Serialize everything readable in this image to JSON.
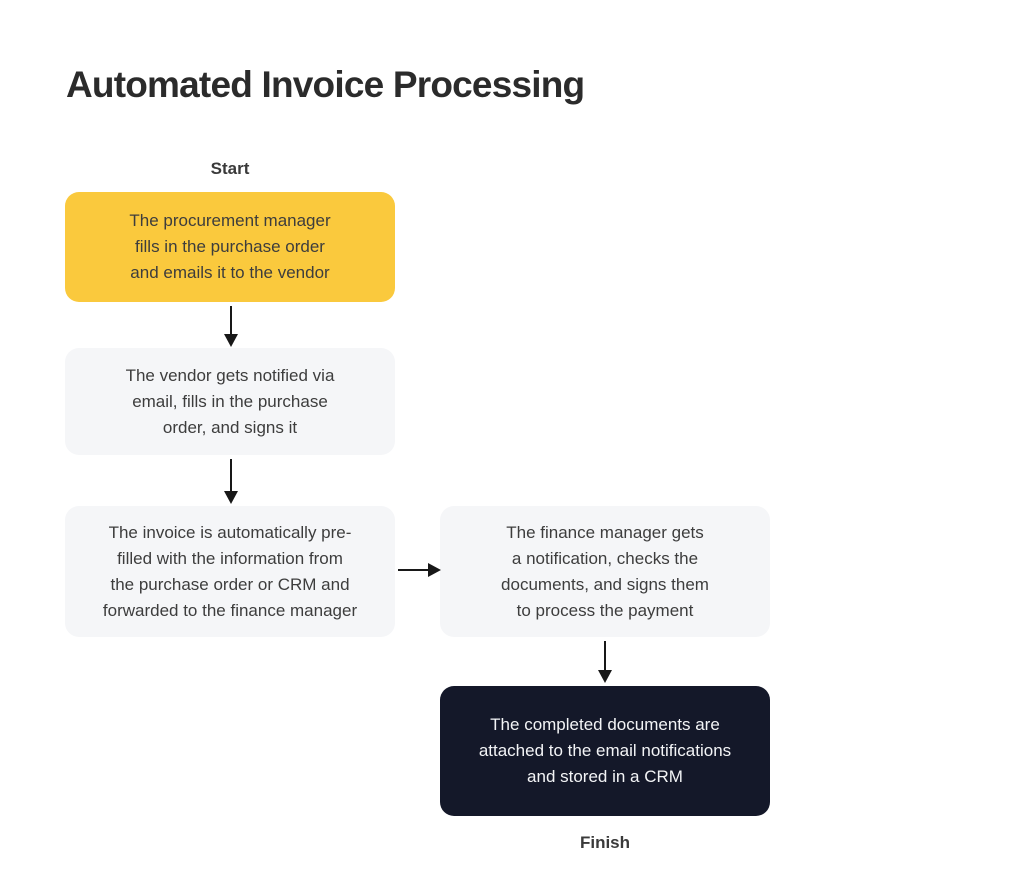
{
  "title": "Automated Invoice Processing",
  "flow": {
    "start_label": "Start",
    "finish_label": "Finish",
    "nodes": [
      {
        "role": "start",
        "text": "The procurement manager\nfills in the purchase order\nand emails it to the vendor"
      },
      {
        "role": "process",
        "text": "The vendor gets notified via\nemail, fills in the purchase\norder, and signs it"
      },
      {
        "role": "process",
        "text": "The invoice is automatically pre-\nfilled with the information from\nthe purchase order or CRM and\nforwarded to the finance manager"
      },
      {
        "role": "process",
        "text": "The finance manager gets\na notification, checks the\ndocuments, and signs them\nto process the payment"
      },
      {
        "role": "finish",
        "text": "The completed documents are\nattached to the email notifications\nand stored in a CRM"
      }
    ]
  },
  "colors": {
    "background": "#FFFFFF",
    "title-text": "#2B2B2B",
    "node-text": "#3D3D3D",
    "start-node": "#FAC93D",
    "process-node": "#F5F6F8",
    "finish-node": "#141829",
    "finish-node-text": "#F3F4F6",
    "arrow": "#181818"
  }
}
